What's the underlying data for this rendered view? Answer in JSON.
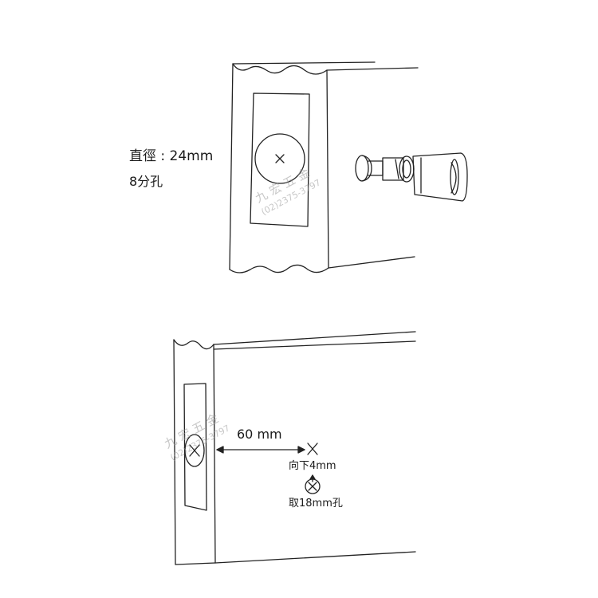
{
  "top_panel": {
    "diameter_label": "直徑 : 24mm",
    "hole_size_label": "8分孔"
  },
  "bottom_panel": {
    "distance_label": "60 mm",
    "offset_label": "向下4mm",
    "drill_label": "取18mm孔"
  },
  "watermark": {
    "name": "九 宏 五 金",
    "phone": "(02)2375-3797"
  },
  "colors": {
    "line": "#222222",
    "watermark": "#9a9a9a"
  }
}
